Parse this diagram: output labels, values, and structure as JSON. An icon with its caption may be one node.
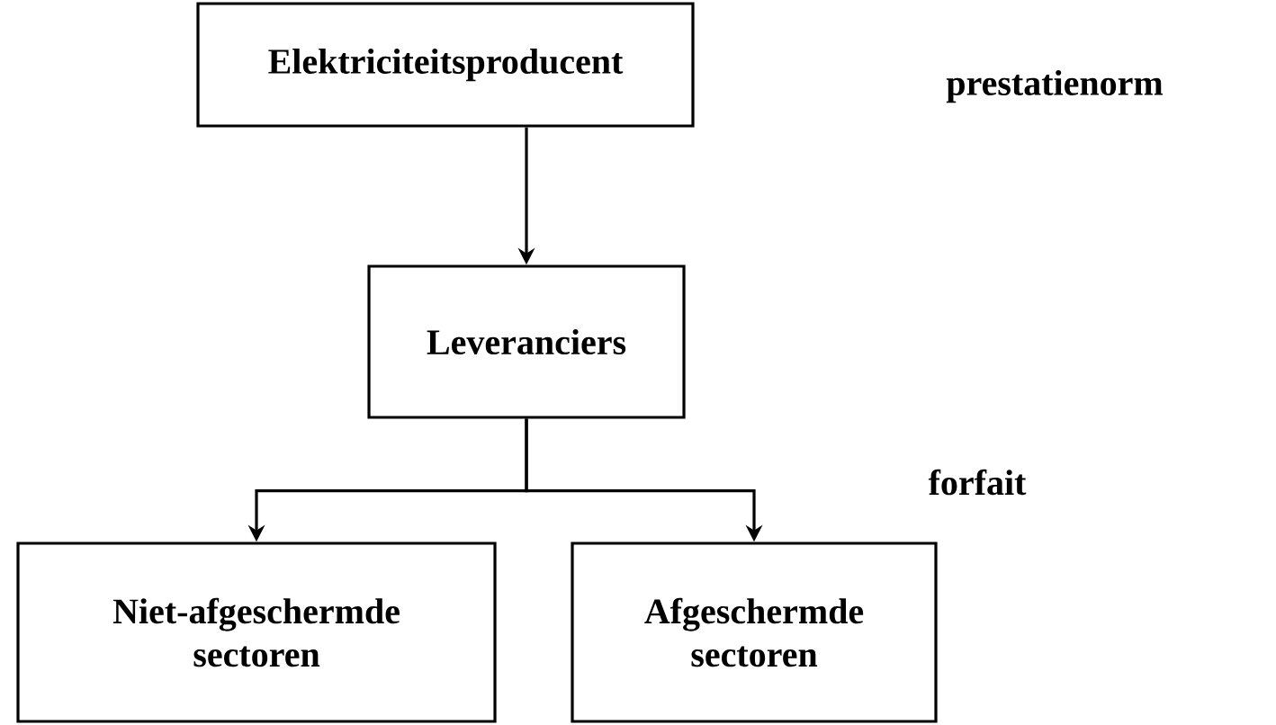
{
  "diagram": {
    "nodes": [
      {
        "text": [
          "Elektriciteitsproducent"
        ]
      },
      {
        "text": [
          "Leveranciers"
        ]
      },
      {
        "text": [
          "Niet-afgeschermde sectoren"
        ]
      },
      {
        "text": [
          "Afgeschermde sectoren"
        ]
      }
    ],
    "edges": [
      {
        "from": 0,
        "to": 1,
        "arrow": "to"
      },
      {
        "from": 1,
        "to": 2,
        "arrow": "to"
      },
      {
        "from": 1,
        "to": 3,
        "arrow": "to"
      }
    ],
    "labels": [
      "prestatienorm",
      "forfait"
    ]
  }
}
